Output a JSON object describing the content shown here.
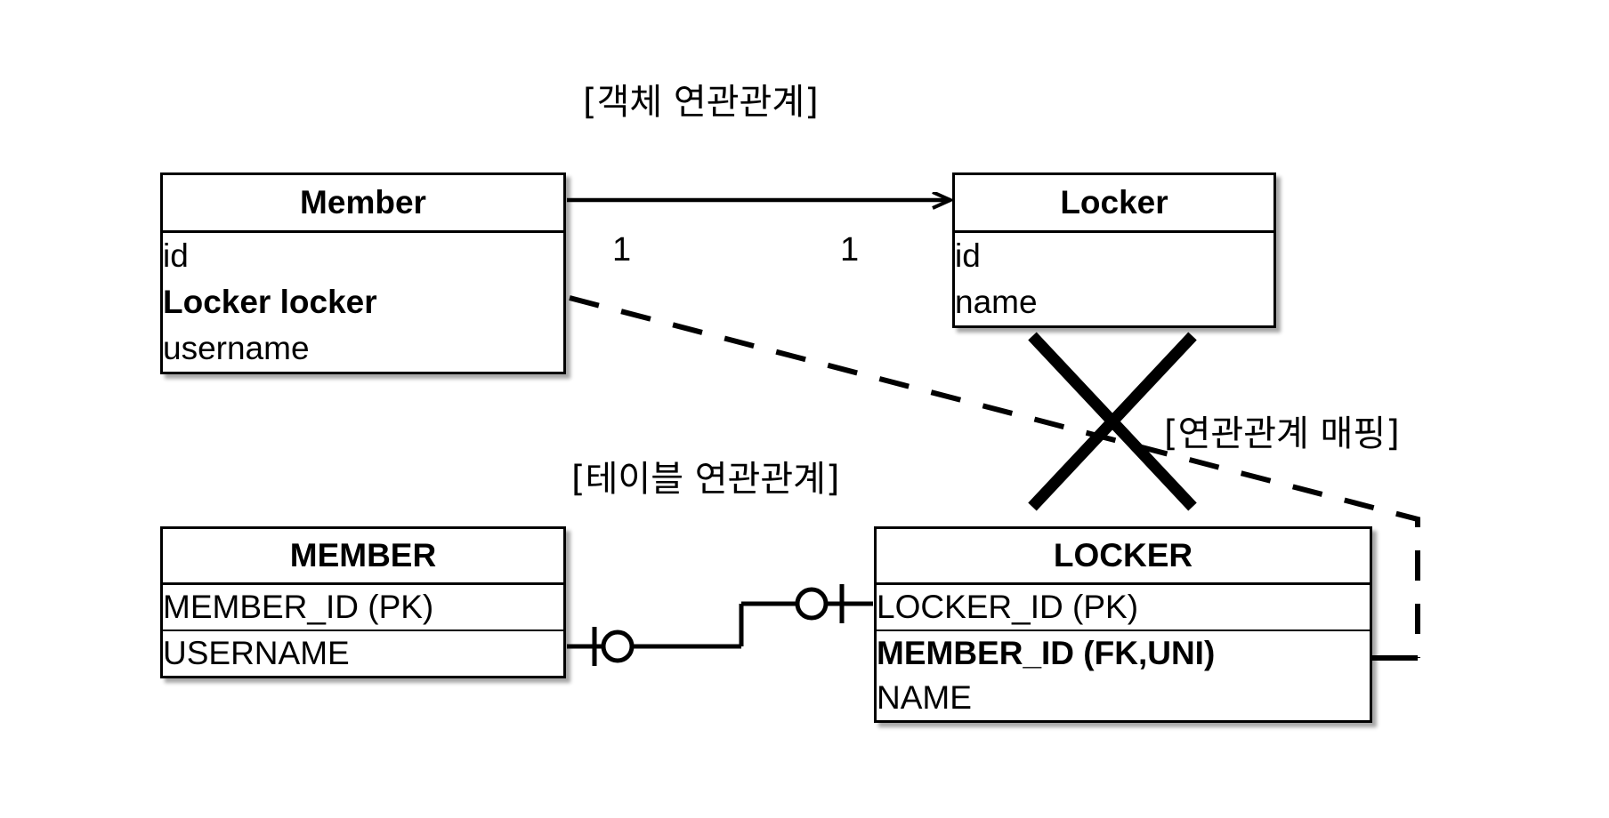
{
  "diagram": {
    "title_object_association": "[객체 연관관계]",
    "title_table_association": "[테이블 연관관계]",
    "title_mapping": "[연관관계 매핑]",
    "multiplicity_left": "1",
    "multiplicity_right": "1",
    "stroke_color": "#000000",
    "background_color": "#ffffff"
  },
  "object_model": {
    "member": {
      "name": "Member",
      "fields": [
        {
          "label": "id",
          "bold": false
        },
        {
          "label": "Locker locker",
          "bold": true
        },
        {
          "label": "username",
          "bold": false
        }
      ]
    },
    "locker": {
      "name": "Locker",
      "fields": [
        {
          "label": "id",
          "bold": false
        },
        {
          "label": "name",
          "bold": false
        }
      ]
    }
  },
  "table_model": {
    "member_table": {
      "name": "MEMBER",
      "columns": [
        {
          "label": "MEMBER_ID (PK)",
          "bold": false
        },
        {
          "label": "USERNAME",
          "bold": false
        }
      ]
    },
    "locker_table": {
      "name": "LOCKER",
      "columns": [
        {
          "label": "LOCKER_ID (PK)",
          "bold": false
        },
        {
          "label": "MEMBER_ID (FK,UNI)",
          "bold": true
        },
        {
          "label": "NAME",
          "bold": false
        }
      ]
    }
  },
  "connectors": {
    "object_association": "solid-arrow-member-to-locker",
    "table_association": "crowsfoot-zero-or-one-to-one",
    "mapping_link": "dashed-arrow-crossed-out",
    "cross_marker": "x-cross-icon"
  }
}
